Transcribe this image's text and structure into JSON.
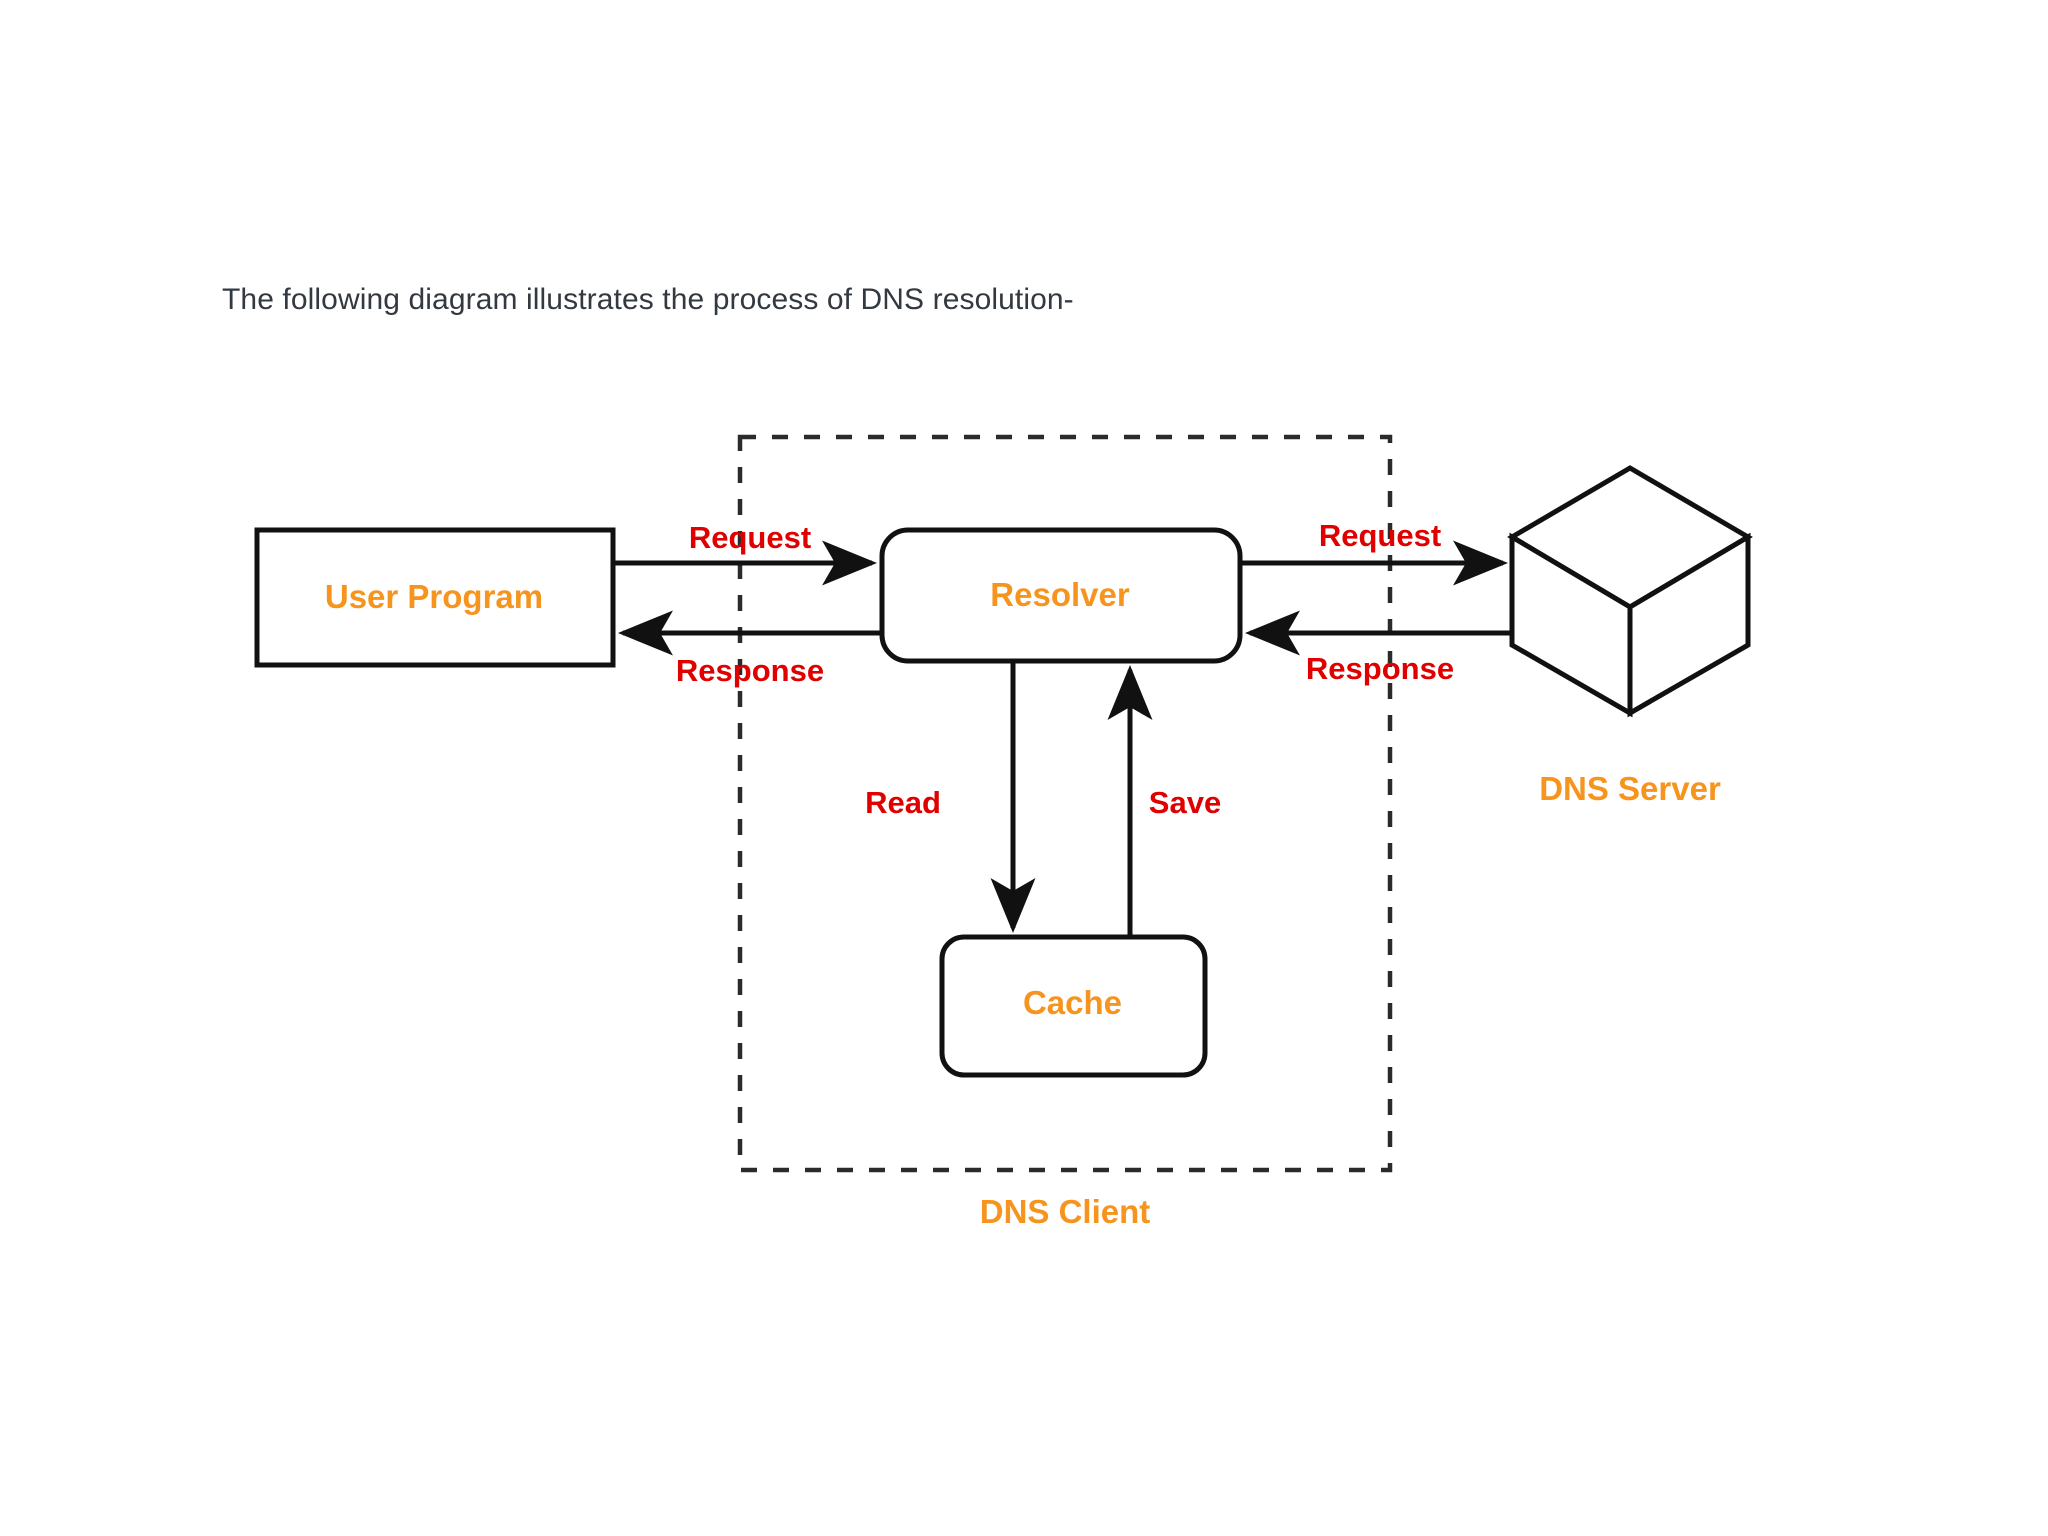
{
  "caption": {
    "text": "The following diagram illustrates the process of DNS resolution-",
    "color": "#333940"
  },
  "colors": {
    "node_text": "#f7941e",
    "edge_label": "#e00000",
    "stroke": "#111111",
    "background": "#ffffff"
  },
  "nodes": {
    "user_program": {
      "label": "User Program",
      "shape": "rectangle"
    },
    "resolver": {
      "label": "Resolver",
      "shape": "rounded-rectangle"
    },
    "cache": {
      "label": "Cache",
      "shape": "rounded-rectangle"
    },
    "dns_server": {
      "label": "DNS Server",
      "shape": "cube"
    },
    "dns_client": {
      "label": "DNS Client",
      "shape": "dashed-boundary"
    }
  },
  "edges": {
    "request_left": {
      "label": "Request",
      "from": "user_program",
      "to": "resolver"
    },
    "response_left": {
      "label": "Response",
      "from": "resolver",
      "to": "user_program"
    },
    "request_right": {
      "label": "Request",
      "from": "resolver",
      "to": "dns_server"
    },
    "response_right": {
      "label": "Response",
      "from": "dns_server",
      "to": "resolver"
    },
    "read": {
      "label": "Read",
      "from": "resolver",
      "to": "cache"
    },
    "save": {
      "label": "Save",
      "from": "cache",
      "to": "resolver"
    }
  }
}
